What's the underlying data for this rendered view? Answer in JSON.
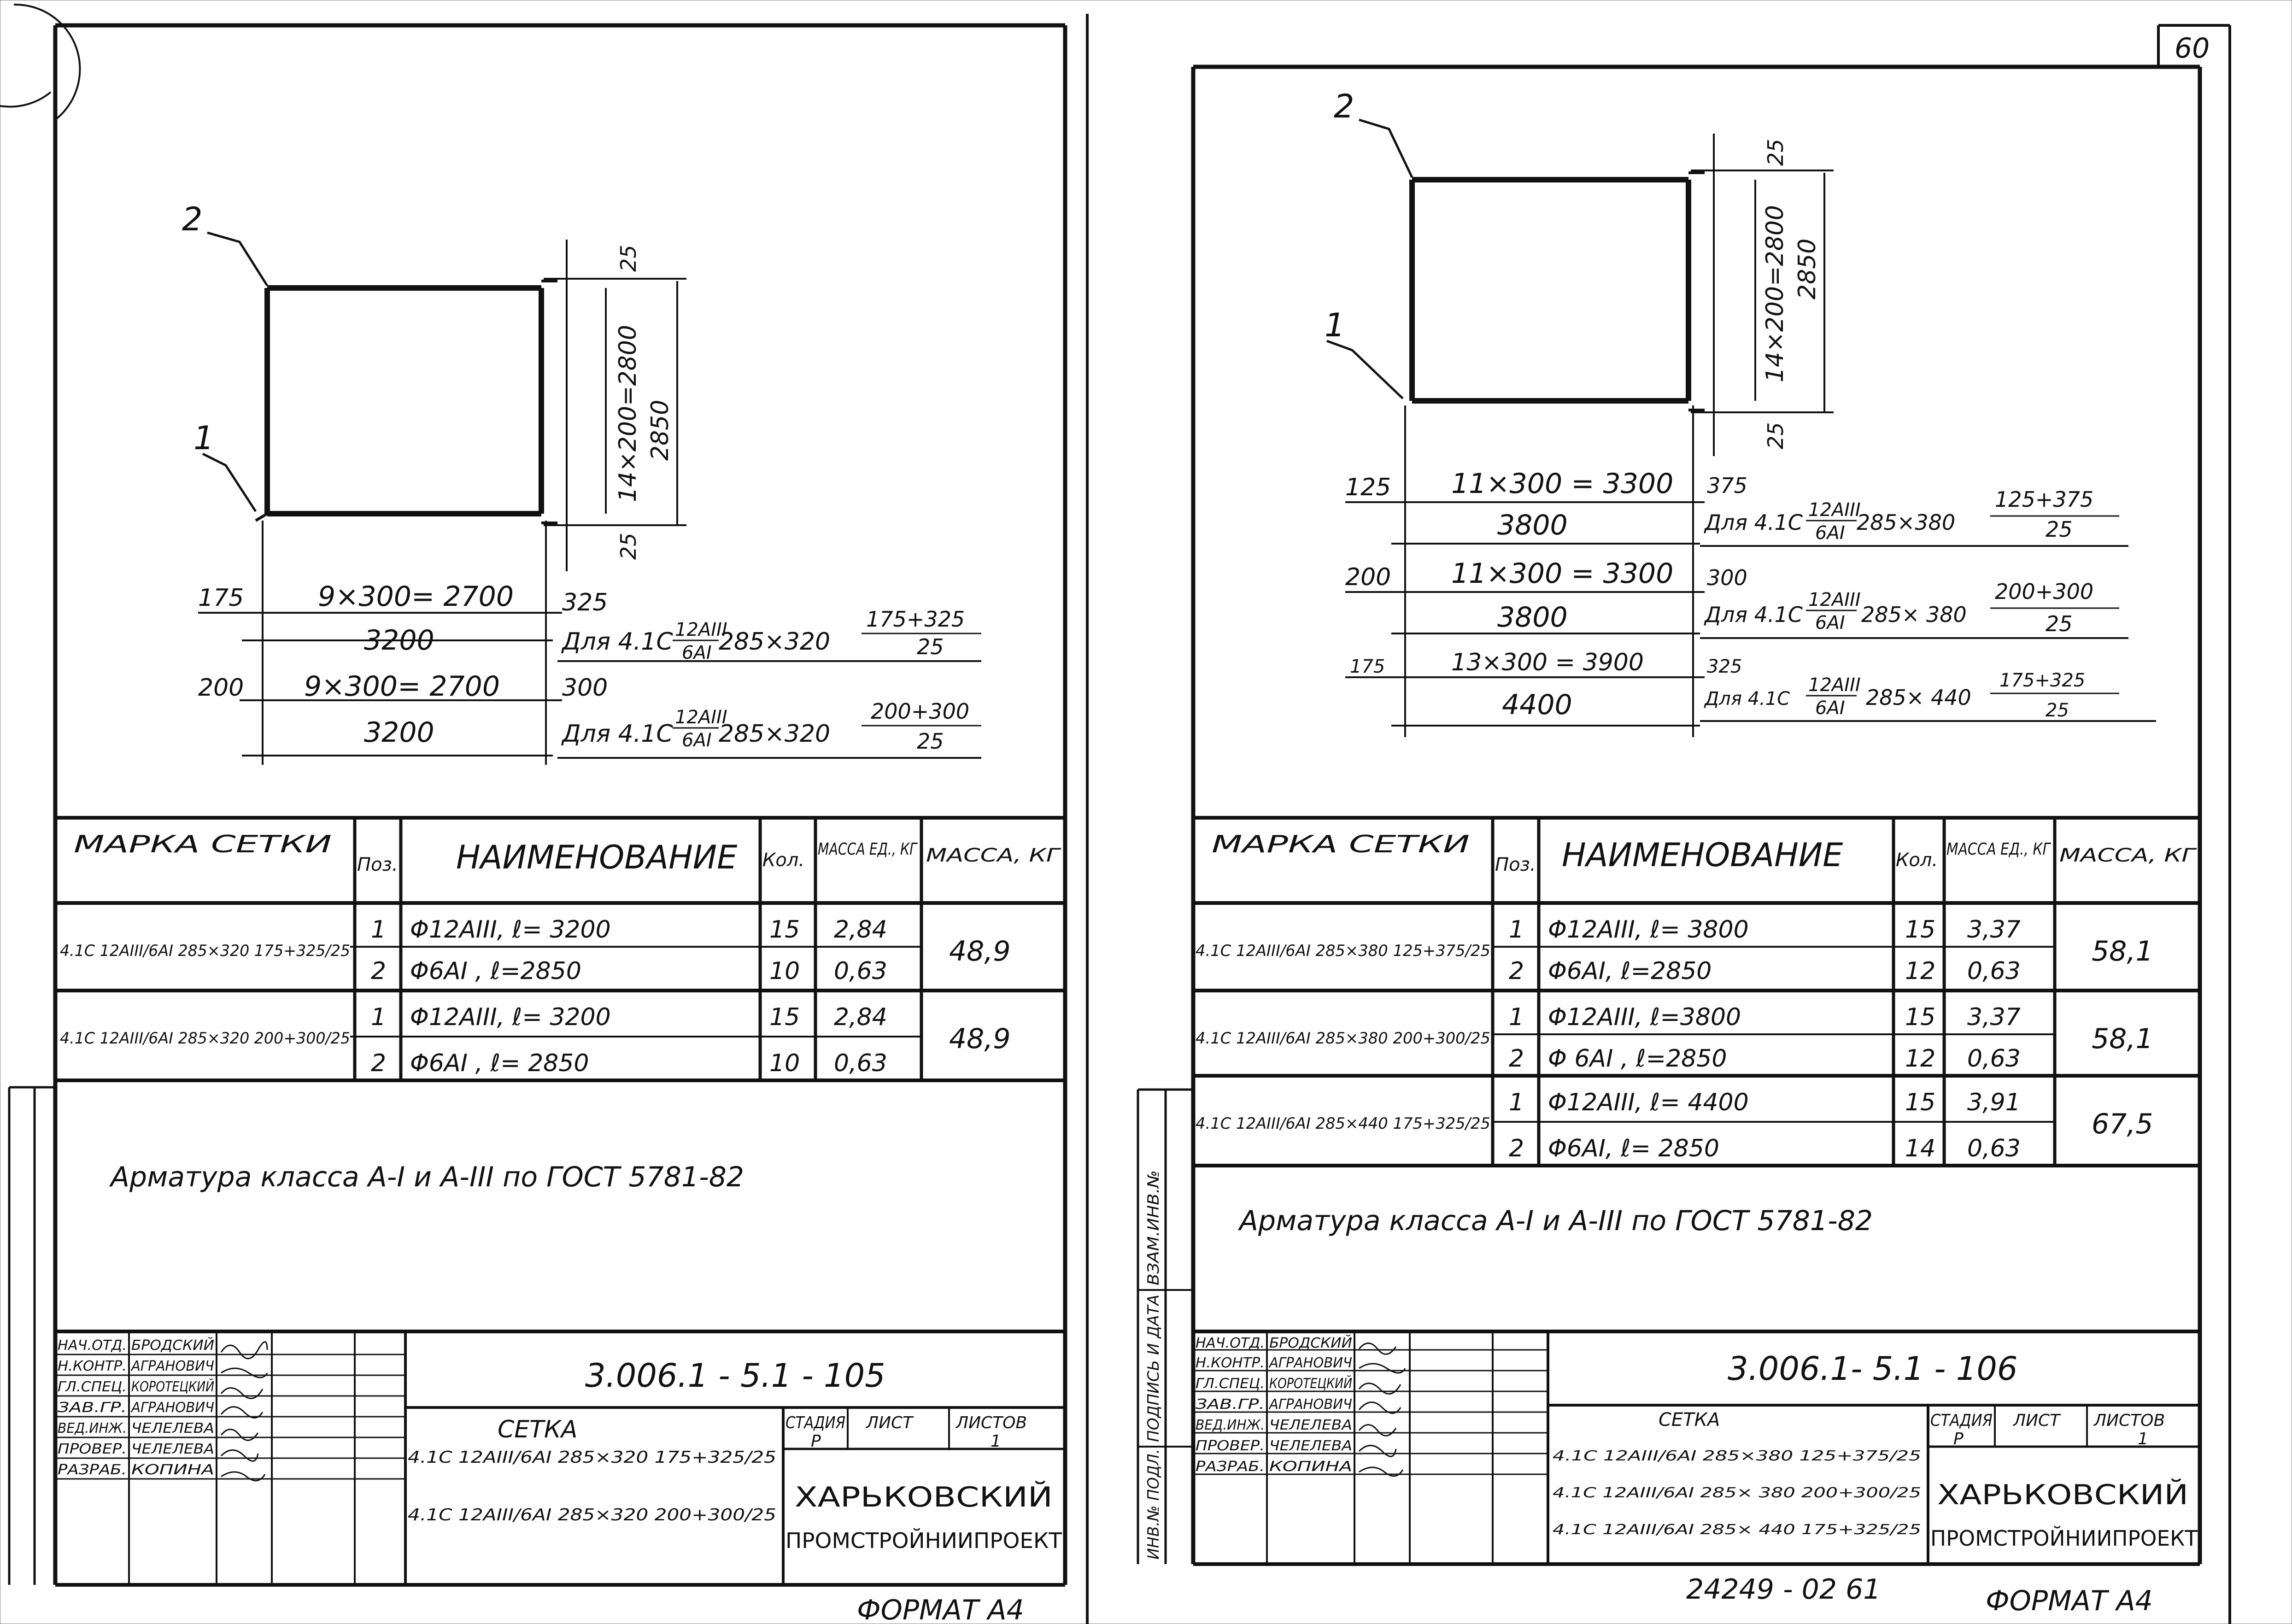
{
  "page_number": "60",
  "bottom_code": "24249 - 02   61",
  "left": {
    "drawing": {
      "callout_1": "1",
      "callout_2": "2",
      "dim_top_25": "25",
      "dim_bottom_25": "25",
      "dim_vertical_spacing": "14×200=2800",
      "dim_vertical_total": "2850",
      "row1_left": "175",
      "row1_spacing": "9×300= 2700",
      "row1_right": "325",
      "row1_total": "3200",
      "row1_mark": "Для 4.1С",
      "row1_frac_top": "12АIII",
      "row1_frac_bot": "6АI",
      "row1_size": "285×320",
      "row1_tail_top": "175+325",
      "row1_tail_bot": "25",
      "row2_left": "200",
      "row2_spacing": "9×300= 2700",
      "row2_right": "300",
      "row2_total": "3200",
      "row2_mark": "Для 4.1С",
      "row2_frac_top": "12АIII",
      "row2_frac_bot": "6АI",
      "row2_size": "285×320",
      "row2_tail_top": "200+300",
      "row2_tail_bot": "25"
    },
    "table": {
      "headers": [
        "МАРКА СЕТКИ",
        "Поз.",
        "НАИМЕНОВАНИЕ",
        "Кол.",
        "МАССА ЕД., КГ",
        "МАССА, КГ"
      ],
      "rows": [
        {
          "mark": "4.1С 12АIII/6АI 285×320 175+325/25",
          "items": [
            {
              "pos": "1",
              "name": "Φ12АIII,  ℓ= 3200",
              "qty": "15",
              "unit": "2,84"
            },
            {
              "pos": "2",
              "name": "Φ6АI ,  ℓ=2850",
              "qty": "10",
              "unit": "0,63"
            }
          ],
          "mass": "48,9"
        },
        {
          "mark": "4.1С 12АIII/6АI 285×320 200+300/25",
          "items": [
            {
              "pos": "1",
              "name": "Φ12АIII,  ℓ= 3200",
              "qty": "15",
              "unit": "2,84"
            },
            {
              "pos": "2",
              "name": "Φ6АI ,  ℓ= 2850",
              "qty": "10",
              "unit": "0,63"
            }
          ],
          "mass": "48,9"
        }
      ]
    },
    "note": "Арматура  класса  А-I  и  А-III   по  ГОСТ 5781-82",
    "stamp": {
      "roles": [
        "НАЧ.ОТД.",
        "Н.КОНТР.",
        "ГЛ.СПЕЦ.",
        "ЗАВ.ГР.",
        "ВЕД.ИНЖ.",
        "ПРОВЕР.",
        "РАЗРАБ."
      ],
      "names": [
        "БРОДСКИЙ",
        "АГРАНОВИЧ",
        "КОРОТЕЦКИЙ",
        "АГРАНОВИЧ",
        "ЧЕЛЕЛЕВА",
        "ЧЕЛЕЛЕВА",
        "КОПИНА"
      ],
      "code": "3.006.1 - 5.1 - 105",
      "title": "СЕТКА",
      "marks": [
        "4.1С 12АIII/6АI 285×320 175+325/25",
        "4.1С 12АIII/6АI 285×320 200+300/25"
      ],
      "stage_h": "СТАДИЯ",
      "sheet_h": "ЛИСТ",
      "sheets_h": "ЛИСТОВ",
      "stage": "Р",
      "sheets": "1",
      "org1": "ХАРЬКОВСКИЙ",
      "org2": "ПРОМСТРОЙНИИПРОЕКТ"
    },
    "format": "ФОРМАТ А4"
  },
  "right": {
    "drawing": {
      "callout_1": "1",
      "callout_2": "2",
      "dim_top_25": "25",
      "dim_bottom_25": "25",
      "dim_vertical_spacing": "14×200=2800",
      "dim_vertical_total": "2850",
      "row1_left": "125",
      "row1_spacing": "11×300 = 3300",
      "row1_right": "375",
      "row1_total": "3800",
      "row1_mark": "Для 4.1С",
      "row1_frac_top": "12АIII",
      "row1_frac_bot": "6АI",
      "row1_size": "285×380",
      "row1_tail_top": "125+375",
      "row1_tail_bot": "25",
      "row2_left": "200",
      "row2_spacing": "11×300 = 3300",
      "row2_right": "300",
      "row2_total": "3800",
      "row2_mark": "Для 4.1С",
      "row2_frac_top": "12АIII",
      "row2_frac_bot": "6АI",
      "row2_size": "285× 380",
      "row2_tail_top": "200+300",
      "row2_tail_bot": "25",
      "row3_left": "175",
      "row3_spacing": "13×300 = 3900",
      "row3_right": "325",
      "row3_total": "4400",
      "row3_mark": "Для 4.1С",
      "row3_frac_top": "12АIII",
      "row3_frac_bot": "6АI",
      "row3_size": "285× 440",
      "row3_tail_top": "175+325",
      "row3_tail_bot": "25"
    },
    "table": {
      "headers": [
        "МАРКА СЕТКИ",
        "Поз.",
        "НАИМЕНОВАНИЕ",
        "Кол.",
        "МАССА ЕД., КГ",
        "МАССА, КГ"
      ],
      "rows": [
        {
          "mark": "4.1С 12АIII/6АI 285×380 125+375/25",
          "items": [
            {
              "pos": "1",
              "name": "Φ12АIII,  ℓ= 3800",
              "qty": "15",
              "unit": "3,37"
            },
            {
              "pos": "2",
              "name": "Φ6АI,    ℓ=2850",
              "qty": "12",
              "unit": "0,63"
            }
          ],
          "mass": "58,1"
        },
        {
          "mark": "4.1С 12АIII/6АI 285×380 200+300/25",
          "items": [
            {
              "pos": "1",
              "name": "Φ12АIII,  ℓ=3800",
              "qty": "15",
              "unit": "3,37"
            },
            {
              "pos": "2",
              "name": "Φ 6АI ,   ℓ=2850",
              "qty": "12",
              "unit": "0,63"
            }
          ],
          "mass": "58,1"
        },
        {
          "mark": "4.1С 12АIII/6АI 285×440 175+325/25",
          "items": [
            {
              "pos": "1",
              "name": "Φ12АIII,    ℓ= 4400",
              "qty": "15",
              "unit": "3,91"
            },
            {
              "pos": "2",
              "name": "Φ6АI,    ℓ= 2850",
              "qty": "14",
              "unit": "0,63"
            }
          ],
          "mass": "67,5"
        }
      ]
    },
    "note": "Арматура   класса  А-I  и  А-III  по  ГОСТ 5781-82",
    "stamp": {
      "roles": [
        "НАЧ.ОТД.",
        "Н.КОНТР.",
        "ГЛ.СПЕЦ.",
        "ЗАВ.ГР.",
        "ВЕД.ИНЖ.",
        "ПРОВЕР.",
        "РАЗРАБ."
      ],
      "names": [
        "БРОДСКИЙ",
        "АГРАНОВИЧ",
        "КОРОТЕЦКИЙ",
        "АГРАНОВИЧ",
        "ЧЕЛЕЛЕВА",
        "ЧЕЛЕЛЕВА",
        "КОПИНА"
      ],
      "code": "3.006.1- 5.1 - 106",
      "title": "СЕТКА",
      "marks": [
        "4.1С 12АIII/6АI 285×380 125+375/25",
        "4.1С 12АIII/6АI 285× 380 200+300/25",
        "4.1С 12АIII/6АI 285× 440 175+325/25"
      ],
      "stage_h": "СТАДИЯ",
      "sheet_h": "ЛИСТ",
      "sheets_h": "ЛИСТОВ",
      "stage": "Р",
      "sheets": "1",
      "org1": "ХАРЬКОВСКИЙ",
      "org2": "ПРОМСТРОЙНИИПРОЕКТ"
    },
    "format": "ФОРМАТ А4",
    "side_labels": [
      "ИНВ.№ ПОДЛ.",
      "ПОДПИСЬ И ДАТА",
      "ВЗАМ.ИНВ.№"
    ]
  }
}
